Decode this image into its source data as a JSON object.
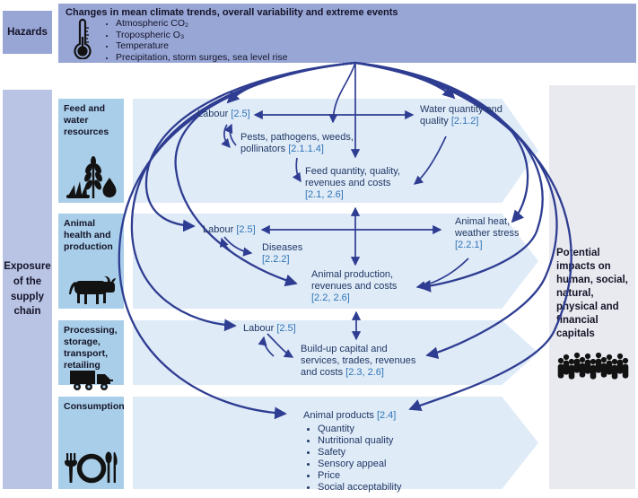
{
  "colors": {
    "purple": "#98a6d6",
    "strip": "#b9c3e4",
    "stage_box": "#a9cee9",
    "band": "#e0ebf8",
    "impacts_box": "#e9eaf0",
    "arrow": "#2e3d91",
    "node_text": "#1f3864",
    "node_ref": "#2e74b5"
  },
  "hazards": {
    "label": "Hazards",
    "icon": "thermometer-icon",
    "title": "Changes in mean climate trends, overall variability and extreme events",
    "items": [
      "Atmospheric CO₂",
      "Tropospheric O₃",
      "Temperature",
      "Precipitation, storm surges, sea level rise"
    ]
  },
  "exposure": {
    "label": "Exposure of the supply chain",
    "stages": [
      {
        "label": "Feed and water resources",
        "icon": "wheat-water-icon"
      },
      {
        "label": "Animal health and production",
        "icon": "cow-icon"
      },
      {
        "label": "Processing, storage, transport, retailing",
        "icon": "truck-icon"
      },
      {
        "label": "Consumption",
        "icon": "cutlery-icon"
      }
    ]
  },
  "impacts": {
    "label": "Potential impacts on human, social, natural, physical and financial capitals",
    "icon": "crowd-icon"
  },
  "nodes": {
    "labour_feed": {
      "text": "Labour",
      "ref": "[2.5]"
    },
    "pests": {
      "text": "Pests, pathogens, weeds, pollinators",
      "ref": "[2.1.1.4]"
    },
    "water": {
      "text": "Water quantity and quality",
      "ref": "[2.1.2]"
    },
    "feed": {
      "text": "Feed quantity, quality, revenues and costs",
      "ref": "[2.1, 2.6]"
    },
    "labour_animal": {
      "text": "Labour",
      "ref": "[2.5]"
    },
    "diseases": {
      "text": "Diseases",
      "ref": "[2.2.2]"
    },
    "heat": {
      "text": "Animal heat, weather stress",
      "ref": "[2.2.1]"
    },
    "production": {
      "text": "Animal production, revenues and costs",
      "ref": "[2.2, 2.6]"
    },
    "labour_processing": {
      "text": "Labour",
      "ref": "[2.5]"
    },
    "capital": {
      "text": "Build-up capital and services, trades, revenues and costs",
      "ref": "[2.3, 2.6]"
    },
    "products": {
      "text": "Animal products",
      "ref": "[2.4]",
      "items": [
        "Quantity",
        "Nutritional quality",
        "Safety",
        "Sensory appeal",
        "Price",
        "Social acceptability"
      ]
    }
  }
}
